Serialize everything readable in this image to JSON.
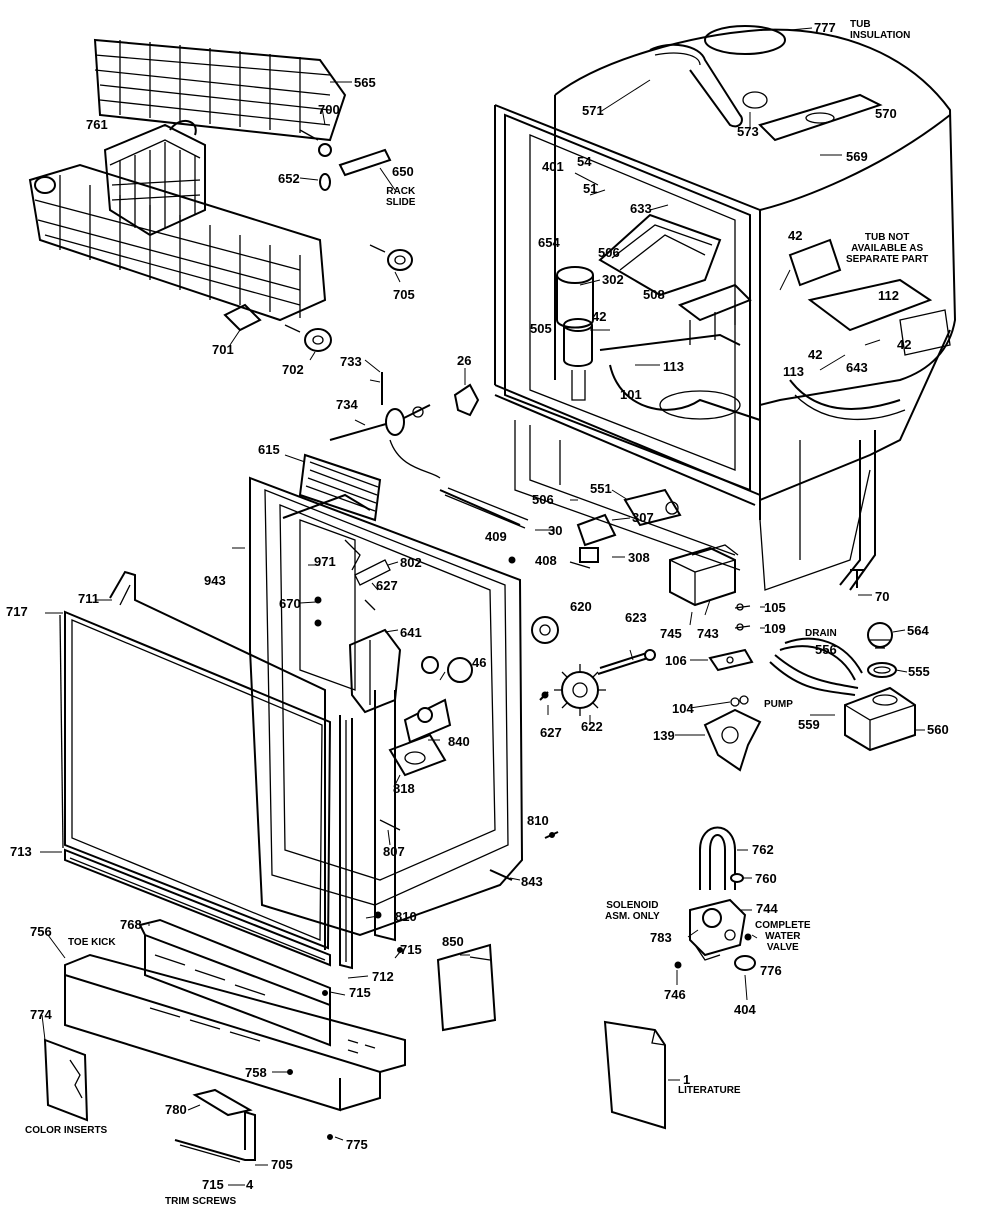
{
  "parts": [
    {
      "id": "p777",
      "number": "777"
    },
    {
      "id": "p571",
      "number": "571"
    },
    {
      "id": "p573",
      "number": "573"
    },
    {
      "id": "p570",
      "number": "570"
    },
    {
      "id": "p569",
      "number": "569"
    },
    {
      "id": "p565",
      "number": "565"
    },
    {
      "id": "p700",
      "number": "700"
    },
    {
      "id": "p761",
      "number": "761"
    },
    {
      "id": "p652",
      "number": "652"
    },
    {
      "id": "p650",
      "number": "650"
    },
    {
      "id": "p705a",
      "number": "705"
    },
    {
      "id": "p701",
      "number": "701"
    },
    {
      "id": "p702",
      "number": "702"
    },
    {
      "id": "p733",
      "number": "733"
    },
    {
      "id": "p734",
      "number": "734"
    },
    {
      "id": "p26",
      "number": "26"
    },
    {
      "id": "p401",
      "number": "401"
    },
    {
      "id": "p54",
      "number": "54"
    },
    {
      "id": "p51",
      "number": "51"
    },
    {
      "id": "p633",
      "number": "633"
    },
    {
      "id": "p654",
      "number": "654"
    },
    {
      "id": "p506a",
      "number": "506"
    },
    {
      "id": "p302",
      "number": "302"
    },
    {
      "id": "p508",
      "number": "508"
    },
    {
      "id": "p42a",
      "number": "42"
    },
    {
      "id": "p505",
      "number": "505"
    },
    {
      "id": "p113a",
      "number": "113"
    },
    {
      "id": "p101",
      "number": "101"
    },
    {
      "id": "p42b",
      "number": "42"
    },
    {
      "id": "p112",
      "number": "112"
    },
    {
      "id": "p42c",
      "number": "42"
    },
    {
      "id": "p42d",
      "number": "42"
    },
    {
      "id": "p113b",
      "number": "113"
    },
    {
      "id": "p643",
      "number": "643"
    },
    {
      "id": "p615",
      "number": "615"
    },
    {
      "id": "p506b",
      "number": "506"
    },
    {
      "id": "p551",
      "number": "551"
    },
    {
      "id": "p30",
      "number": "30"
    },
    {
      "id": "p307",
      "number": "307"
    },
    {
      "id": "p409",
      "number": "409"
    },
    {
      "id": "p408",
      "number": "408"
    },
    {
      "id": "p308",
      "number": "308"
    },
    {
      "id": "p943",
      "number": "943"
    },
    {
      "id": "p971",
      "number": "971"
    },
    {
      "id": "p802",
      "number": "802"
    },
    {
      "id": "p627",
      "number": "627"
    },
    {
      "id": "p670",
      "number": "670"
    },
    {
      "id": "p717",
      "number": "717"
    },
    {
      "id": "p711",
      "number": "711"
    },
    {
      "id": "p641",
      "number": "641"
    },
    {
      "id": "p46",
      "number": "46"
    },
    {
      "id": "p620",
      "number": "620"
    },
    {
      "id": "p623",
      "number": "623"
    },
    {
      "id": "p745",
      "number": "745"
    },
    {
      "id": "p743",
      "number": "743"
    },
    {
      "id": "p105",
      "number": "105"
    },
    {
      "id": "p109",
      "number": "109"
    },
    {
      "id": "p70",
      "number": "70"
    },
    {
      "id": "p564",
      "number": "564"
    },
    {
      "id": "p556",
      "number": "556"
    },
    {
      "id": "p555",
      "number": "555"
    },
    {
      "id": "p106",
      "number": "106"
    },
    {
      "id": "p840",
      "number": "840"
    },
    {
      "id": "p627b",
      "number": "627"
    },
    {
      "id": "p622",
      "number": "622"
    },
    {
      "id": "p104",
      "number": "104"
    },
    {
      "id": "p559",
      "number": "559"
    },
    {
      "id": "p560",
      "number": "560"
    },
    {
      "id": "p139",
      "number": "139"
    },
    {
      "id": "p818",
      "number": "818"
    },
    {
      "id": "p713",
      "number": "713"
    },
    {
      "id": "p807",
      "number": "807"
    },
    {
      "id": "p810",
      "number": "810"
    },
    {
      "id": "p843",
      "number": "843"
    },
    {
      "id": "p762",
      "number": "762"
    },
    {
      "id": "p760",
      "number": "760"
    },
    {
      "id": "p744",
      "number": "744"
    },
    {
      "id": "p783",
      "number": "783"
    },
    {
      "id": "p776",
      "number": "776"
    },
    {
      "id": "p746",
      "number": "746"
    },
    {
      "id": "p404",
      "number": "404"
    },
    {
      "id": "p810b",
      "number": "810"
    },
    {
      "id": "p756",
      "number": "756"
    },
    {
      "id": "p768",
      "number": "768"
    },
    {
      "id": "p715a",
      "number": "715"
    },
    {
      "id": "p712",
      "number": "712"
    },
    {
      "id": "p715b",
      "number": "715"
    },
    {
      "id": "p850",
      "number": "850"
    },
    {
      "id": "p774",
      "number": "774"
    },
    {
      "id": "p758",
      "number": "758"
    },
    {
      "id": "p780",
      "number": "780"
    },
    {
      "id": "p775",
      "number": "775"
    },
    {
      "id": "p705b",
      "number": "705"
    },
    {
      "id": "p715c",
      "number": "715"
    },
    {
      "id": "p4",
      "number": "4"
    },
    {
      "id": "p1",
      "number": "1"
    }
  ],
  "captions": {
    "tub_insulation": [
      "TUB",
      "INSULATION"
    ],
    "rack_slide": [
      "RACK",
      "SLIDE"
    ],
    "tub_not_available": [
      "TUB NOT",
      "AVAILABLE AS",
      "SEPARATE PART"
    ],
    "drain": "DRAIN",
    "pump": "PUMP",
    "solenoid": [
      "SOLENOID",
      "ASM. ONLY"
    ],
    "complete_water_valve": [
      "COMPLETE",
      "WATER",
      "VALVE"
    ],
    "toe_kick": "TOE KICK",
    "color_inserts": "COLOR INSERTS",
    "trim_screws": "TRIM SCREWS",
    "literature": "LITERATURE"
  }
}
